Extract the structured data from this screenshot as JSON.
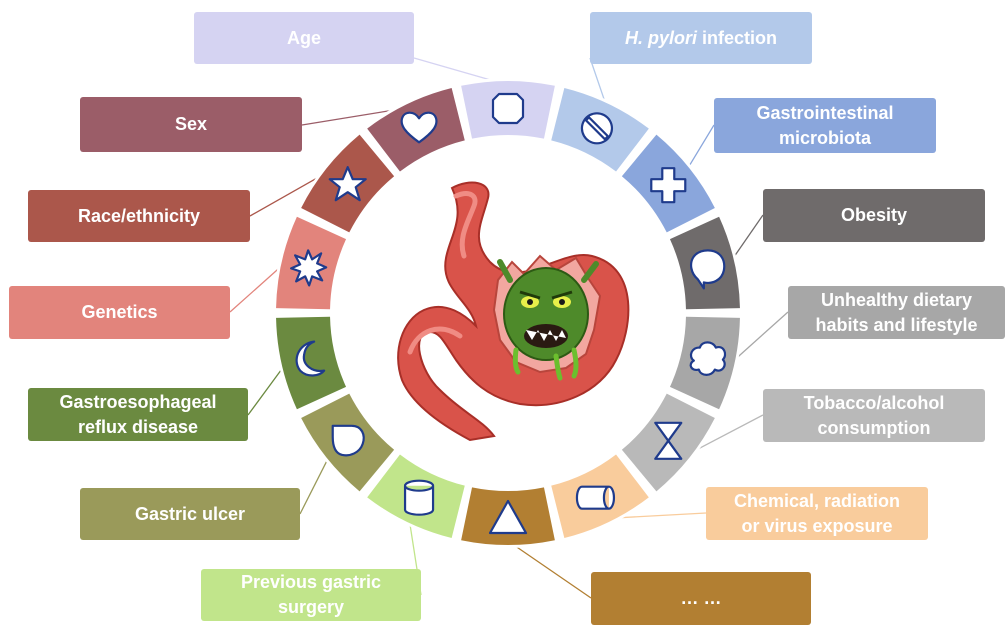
{
  "factors": [
    {
      "id": "age",
      "label": "Age",
      "color": "#d5d3f2",
      "icon": "octagon-icon"
    },
    {
      "id": "hpylori",
      "label_italic": "H. pylori",
      "label": " infection",
      "color": "#b3c9ea",
      "icon": "no-symbol-icon"
    },
    {
      "id": "microbiota",
      "label": "Gastrointestinal\nmicrobiota",
      "color": "#8aa6dc",
      "icon": "cross-icon"
    },
    {
      "id": "obesity",
      "label": "Obesity",
      "color": "#6f6b6b",
      "icon": "speech-bubble-icon"
    },
    {
      "id": "diet",
      "label": "Unhealthy dietary\nhabits and lifestyle",
      "color": "#a7a7a7",
      "icon": "cloud-icon"
    },
    {
      "id": "tobacco",
      "label": "Tobacco/alcohol\nconsumption",
      "color": "#b9b9b9",
      "icon": "hourglass-icon"
    },
    {
      "id": "chemical",
      "label": "Chemical, radiation\nor virus exposure",
      "color": "#f9cc9c",
      "icon": "scroll-icon"
    },
    {
      "id": "other",
      "label": "… …",
      "color": "#b27f32",
      "icon": "triangle-icon"
    },
    {
      "id": "surgery",
      "label": "Previous gastric\nsurgery",
      "color": "#c1e58b",
      "icon": "cylinder-icon"
    },
    {
      "id": "ulcer",
      "label": "Gastric ulcer",
      "color": "#9a9a5a",
      "icon": "teardrop-icon"
    },
    {
      "id": "gerd",
      "label": "Gastroesophageal\nreflux disease",
      "color": "#6b8a40",
      "icon": "moon-icon"
    },
    {
      "id": "genetics",
      "label": "Genetics",
      "color": "#e2847c",
      "icon": "explosion-icon"
    },
    {
      "id": "race",
      "label": "Race/ethnicity",
      "color": "#ab574b",
      "icon": "star-icon"
    },
    {
      "id": "sex",
      "label": "Sex",
      "color": "#9b5d68",
      "icon": "heart-icon"
    }
  ]
}
